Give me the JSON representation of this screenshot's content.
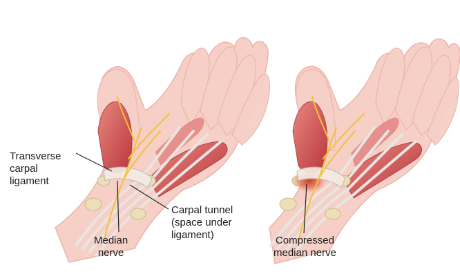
{
  "labels": {
    "transverse_carpal_ligament": [
      "Transverse",
      "carpal",
      "ligament"
    ],
    "median_nerve": [
      "Median",
      "nerve"
    ],
    "carpal_tunnel": [
      "Carpal tunnel",
      "(space under",
      "ligament)"
    ],
    "compressed_median_nerve": [
      "Compressed",
      "median nerve"
    ]
  },
  "colors": {
    "skin": "#f6cfc6",
    "skin_shade": "#eab5aa",
    "muscle": "#c9464a",
    "muscle_light": "#e07a78",
    "tendon": "#e9e5e2",
    "bone": "#ecdfb7",
    "nerve": "#f0c23c",
    "inflamed": "#d9482e",
    "leader": "#222222"
  }
}
